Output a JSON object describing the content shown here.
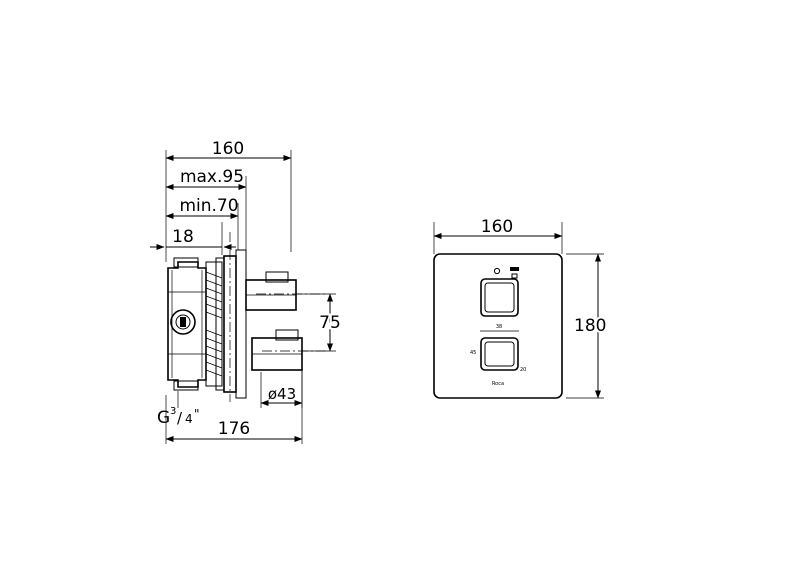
{
  "side_view": {
    "dim_overall_width": "160",
    "dim_max_depth": "max.95",
    "dim_min_depth": "min.70",
    "dim_body_offset": "18",
    "dim_outlet_spacing": "75",
    "dim_outlet_diameter": "ø43",
    "dim_total_length": "176",
    "thread_main": "G",
    "thread_num": "3",
    "thread_slash": "/",
    "thread_den": "4",
    "thread_quote": "\""
  },
  "front_view": {
    "dim_plate_width": "160",
    "dim_plate_height": "180",
    "knob_dim_width": "38",
    "knob_dim_height": "45",
    "knob_dim_depth": "20",
    "brand_mark": "Roca"
  }
}
